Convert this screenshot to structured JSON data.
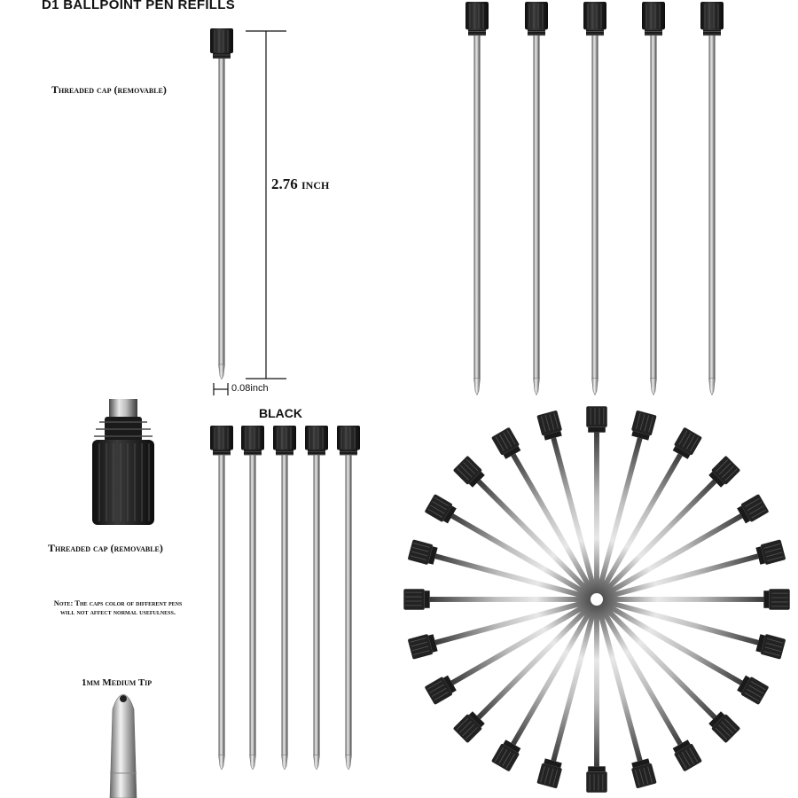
{
  "title": "D1 BALLPOINT PEN REFILLS",
  "labels": {
    "cap_top": "Threaded cap (removable)",
    "length": "2.76 inch",
    "diameter": "0.08inch",
    "color": "BLACK",
    "cap_bottom": "Threaded cap (removable)",
    "note_line1": "Note: The caps color of different pens",
    "note_line2": "will not affect normal usefulness.",
    "tip": "1mm Medium Tip"
  },
  "colors": {
    "cap": "#1c1c1c",
    "barrel_dark": "#5a5a5a",
    "barrel_light": "#e6e6e6",
    "dimension_line": "#111111"
  },
  "fan_refill_count": 24
}
